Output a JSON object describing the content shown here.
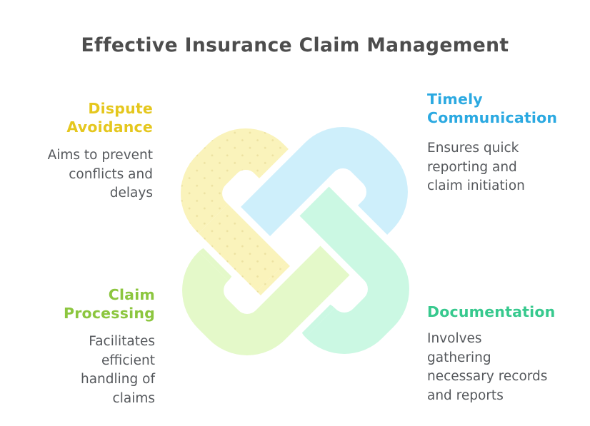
{
  "title": "Effective Insurance Claim Management",
  "title_color": "#4D4D4D",
  "body_text_color": "#55585C",
  "quadrants": {
    "top_left": {
      "heading": "Dispute\nAvoidance",
      "heading_color": "#E5C71E",
      "body": "Aims to prevent\nconflicts and\ndelays"
    },
    "top_right": {
      "heading": "Timely\nCommunication",
      "heading_color": "#2BA9E1",
      "body": "Ensures quick\nreporting and\nclaim initiation"
    },
    "bottom_left": {
      "heading": "Claim\nProcessing",
      "heading_color": "#8CC63F",
      "body": "Facilitates\nefficient\nhandling of\nclaims"
    },
    "bottom_right": {
      "heading": "Documentation",
      "heading_color": "#37C98E",
      "body": "Involves\ngathering\nnecessary records\nand reports"
    }
  },
  "knot": {
    "name": "interlocking-loops",
    "colors": {
      "yellow": "#FAF3BB",
      "yellow_dots": "#EDE2A2",
      "blue": "#CEEFFB",
      "mint": "#CBF8E3",
      "lime": "#E4F9C9"
    }
  }
}
